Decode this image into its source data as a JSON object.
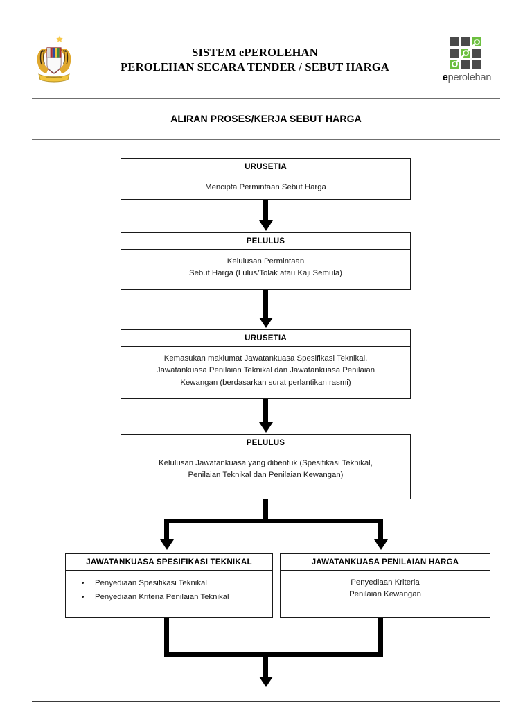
{
  "header": {
    "crest_icon": "malaysia-coat-of-arms",
    "title_line1": "SISTEM ePEROLEHAN",
    "title_line2": "PEROLEHAN SECARA TENDER / SEBUT HARGA",
    "brand": {
      "logo_icon": "eperolehan-grid-logo",
      "lead": "e",
      "rest": "perolehan",
      "accent_green": "#6cbf3f",
      "square_gray": "#4a4a4a",
      "wordmark_gray": "#5c5c5c"
    }
  },
  "section": {
    "title": "ALIRAN PROSES/KERJA SEBUT HARGA"
  },
  "flow": {
    "boxes": [
      {
        "id": "box-1",
        "role": "URUSETIA",
        "lines": [
          "Mencipta Permintaan Sebut Harga"
        ]
      },
      {
        "id": "box-2",
        "role": "PELULUS",
        "lines": [
          "Kelulusan Permintaan",
          "Sebut Harga (Lulus/Tolak atau Kaji Semula)"
        ]
      },
      {
        "id": "box-3",
        "role": "URUSETIA",
        "lines": [
          "Kemasukan maklumat Jawatankuasa Spesifikasi Teknikal,",
          "Jawatankuasa Penilaian Teknikal dan Jawatankuasa Penilaian",
          "Kewangan (berdasarkan surat perlantikan rasmi)"
        ]
      },
      {
        "id": "box-4",
        "role": "PELULUS",
        "lines": [
          "Kelulusan Jawatankuasa yang dibentuk (Spesifikasi Teknikal,",
          "Penilaian Teknikal dan Penilaian Kewangan)"
        ]
      },
      {
        "id": "box-5",
        "role": "JAWATANKUASA SPESIFIKASI TEKNIKAL",
        "bullets": [
          "Penyediaan Spesifikasi Teknikal",
          "Penyediaan Kriteria Penilaian Teknikal"
        ]
      },
      {
        "id": "box-6",
        "role": "JAWATANKUASA PENILAIAN HARGA",
        "lines": [
          "Penyediaan Kriteria",
          "Penilaian Kewangan"
        ]
      }
    ],
    "connectors": {
      "arrow_down_1": "arrow-down-icon",
      "arrow_down_2": "arrow-down-icon",
      "arrow_down_3": "arrow-down-icon",
      "fork_left": "arrow-down-icon",
      "fork_right": "arrow-down-icon",
      "merge_out": "arrow-down-icon"
    }
  },
  "colors": {
    "rule": "#6f6f6f",
    "border": "#1a1a1a",
    "text": "#000000",
    "body_text": "#1c1c1c",
    "connector": "#000000"
  }
}
